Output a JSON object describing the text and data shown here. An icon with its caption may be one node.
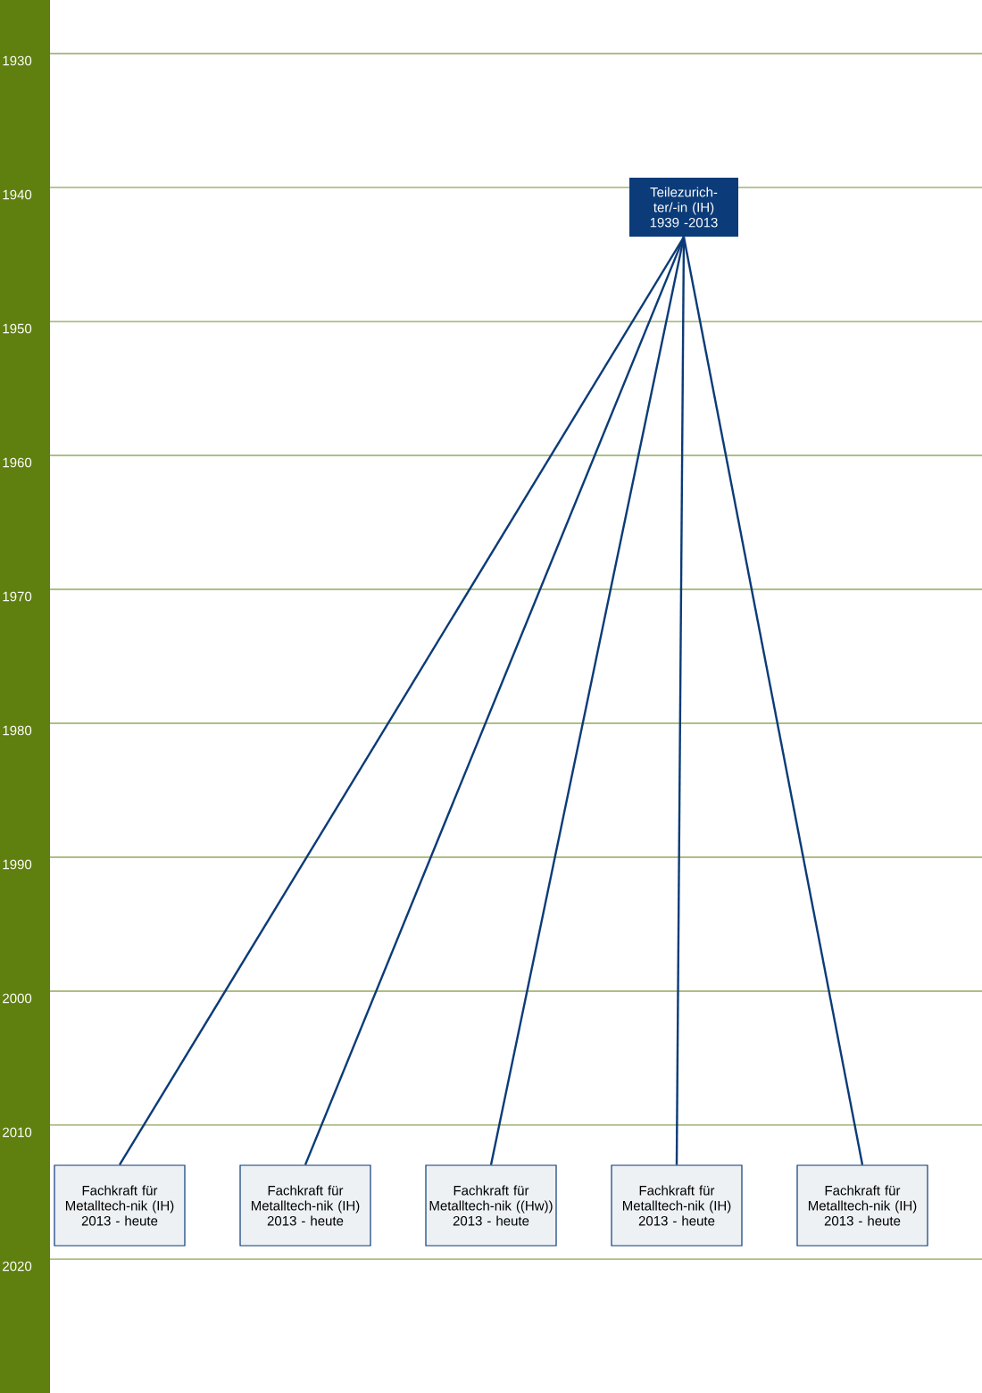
{
  "diagram": {
    "nodes": [
      {
        "text": [
          "Teilezurich-ter/-in (IH)",
          "1939 -2013"
        ]
      },
      {
        "text": [
          "Fachkraft für Metalltech-nik (IH)",
          "2013 - heute"
        ]
      },
      {
        "text": [
          "Fachkraft für Metalltech-nik (IH)",
          "2013 - heute"
        ]
      },
      {
        "text": [
          "Fachkraft für Metalltech-nik ((Hw))",
          "2013 - heute"
        ]
      },
      {
        "text": [
          "Fachkraft für Metalltech-nik (IH)",
          "2013 - heute"
        ]
      },
      {
        "text": [
          "Fachkraft für Metalltech-nik (IH)",
          "2013 - heute"
        ]
      }
    ],
    "edges": [
      {
        "from": 0,
        "to": 1,
        "arrow": "none"
      },
      {
        "from": 0,
        "to": 2,
        "arrow": "none"
      },
      {
        "from": 0,
        "to": 3,
        "arrow": "none"
      },
      {
        "from": 0,
        "to": 4,
        "arrow": "none"
      },
      {
        "from": 0,
        "to": 5,
        "arrow": "none"
      }
    ],
    "labels": [
      "1930",
      "1940",
      "1950",
      "1960",
      "1970",
      "1980",
      "1990",
      "2000",
      "2010",
      "2020"
    ]
  }
}
